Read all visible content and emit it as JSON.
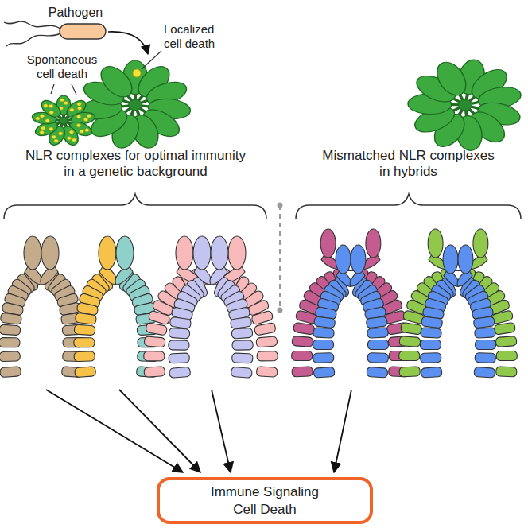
{
  "diagram": {
    "nodes": [
      {
        "text": [
          "Immune Signaling Cell Death"
        ]
      }
    ],
    "labels": [
      "Pathogen",
      "Localized cell death",
      "Spontaneous cell death",
      "NLR complexes for optimal immunity in a genetic background",
      "Mismatched NLR complexes in hybrids"
    ]
  }
}
